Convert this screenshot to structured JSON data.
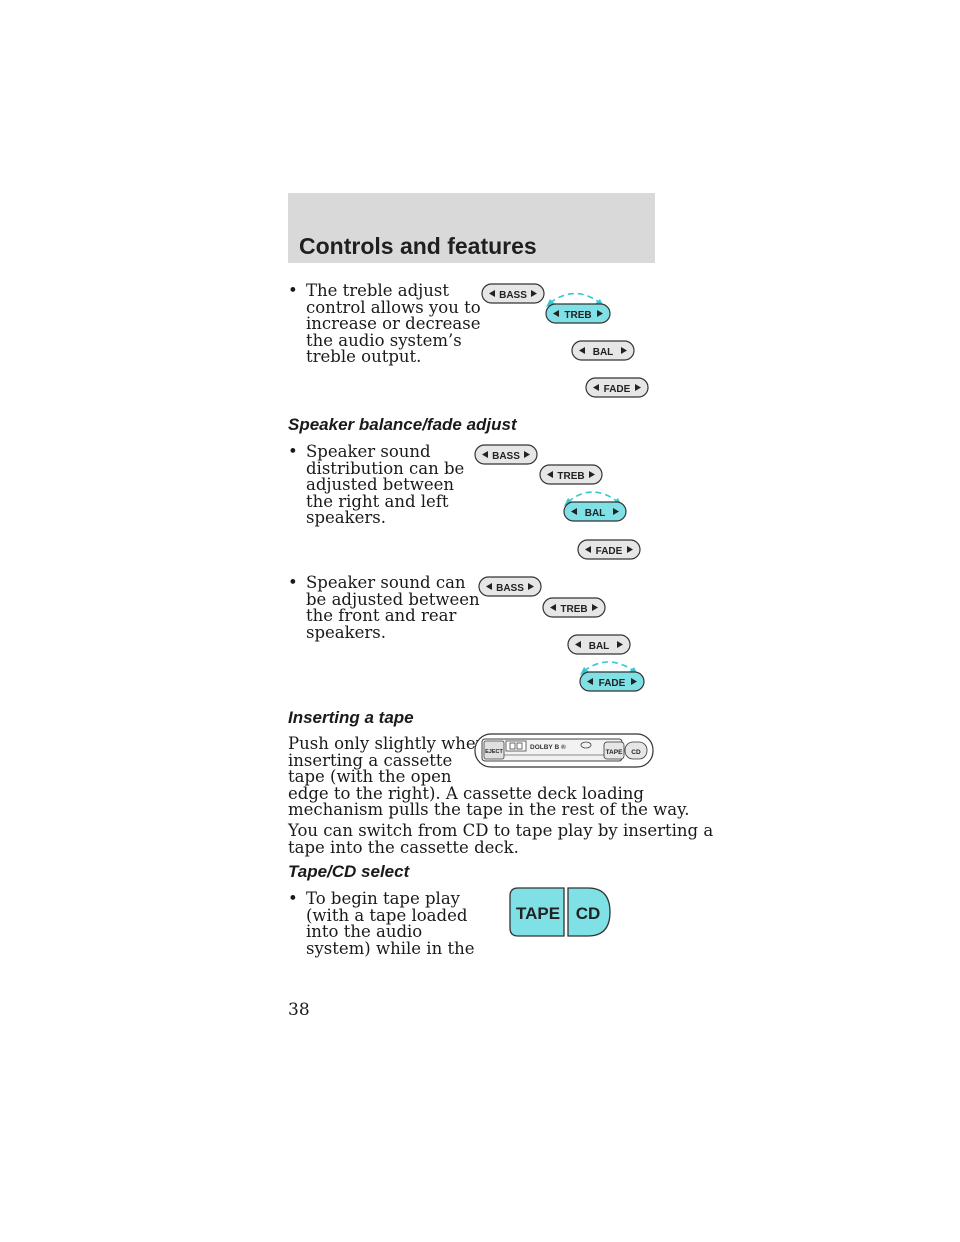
{
  "header": {
    "title": "Controls and features"
  },
  "section_treble": {
    "lines": [
      "The treble adjust",
      "control allows you to",
      "increase or decrease",
      "the audio system’s",
      "treble output."
    ]
  },
  "section_balance": {
    "heading": "Speaker balance/fade adjust",
    "bullet1_lines": [
      "Speaker sound",
      "distribution can be",
      "adjusted between",
      "the right and left",
      "speakers."
    ],
    "bullet2_lines": [
      "Speaker sound can",
      "be adjusted between",
      "the front and rear",
      "speakers."
    ]
  },
  "section_tape": {
    "heading": "Inserting a tape",
    "para1_lines": [
      "Push only slightly when",
      "inserting a cassette",
      "tape (with the open",
      "edge to the right). A cassette deck loading",
      "mechanism pulls the tape in the rest of the way."
    ],
    "para2_lines": [
      "You can switch from CD to tape play by inserting a",
      "tape into the cassette deck."
    ]
  },
  "section_select": {
    "heading": "Tape/CD select",
    "bullet_lines": [
      "To begin tape play",
      "(with a tape loaded",
      "into the audio",
      "system) while in the"
    ]
  },
  "controls": {
    "bass": "BASS",
    "treb": "TREB",
    "bal": "BAL",
    "fade": "FADE"
  },
  "deck": {
    "eject": "EJECT",
    "dolby": "DOLBY B ®",
    "tape": "TAPE",
    "cd": "CD"
  },
  "colors": {
    "highlight": "#7fe0e6",
    "header_bg": "#d9d9d9",
    "button_bg": "#e6e6e6"
  },
  "page": {
    "number": "38"
  }
}
